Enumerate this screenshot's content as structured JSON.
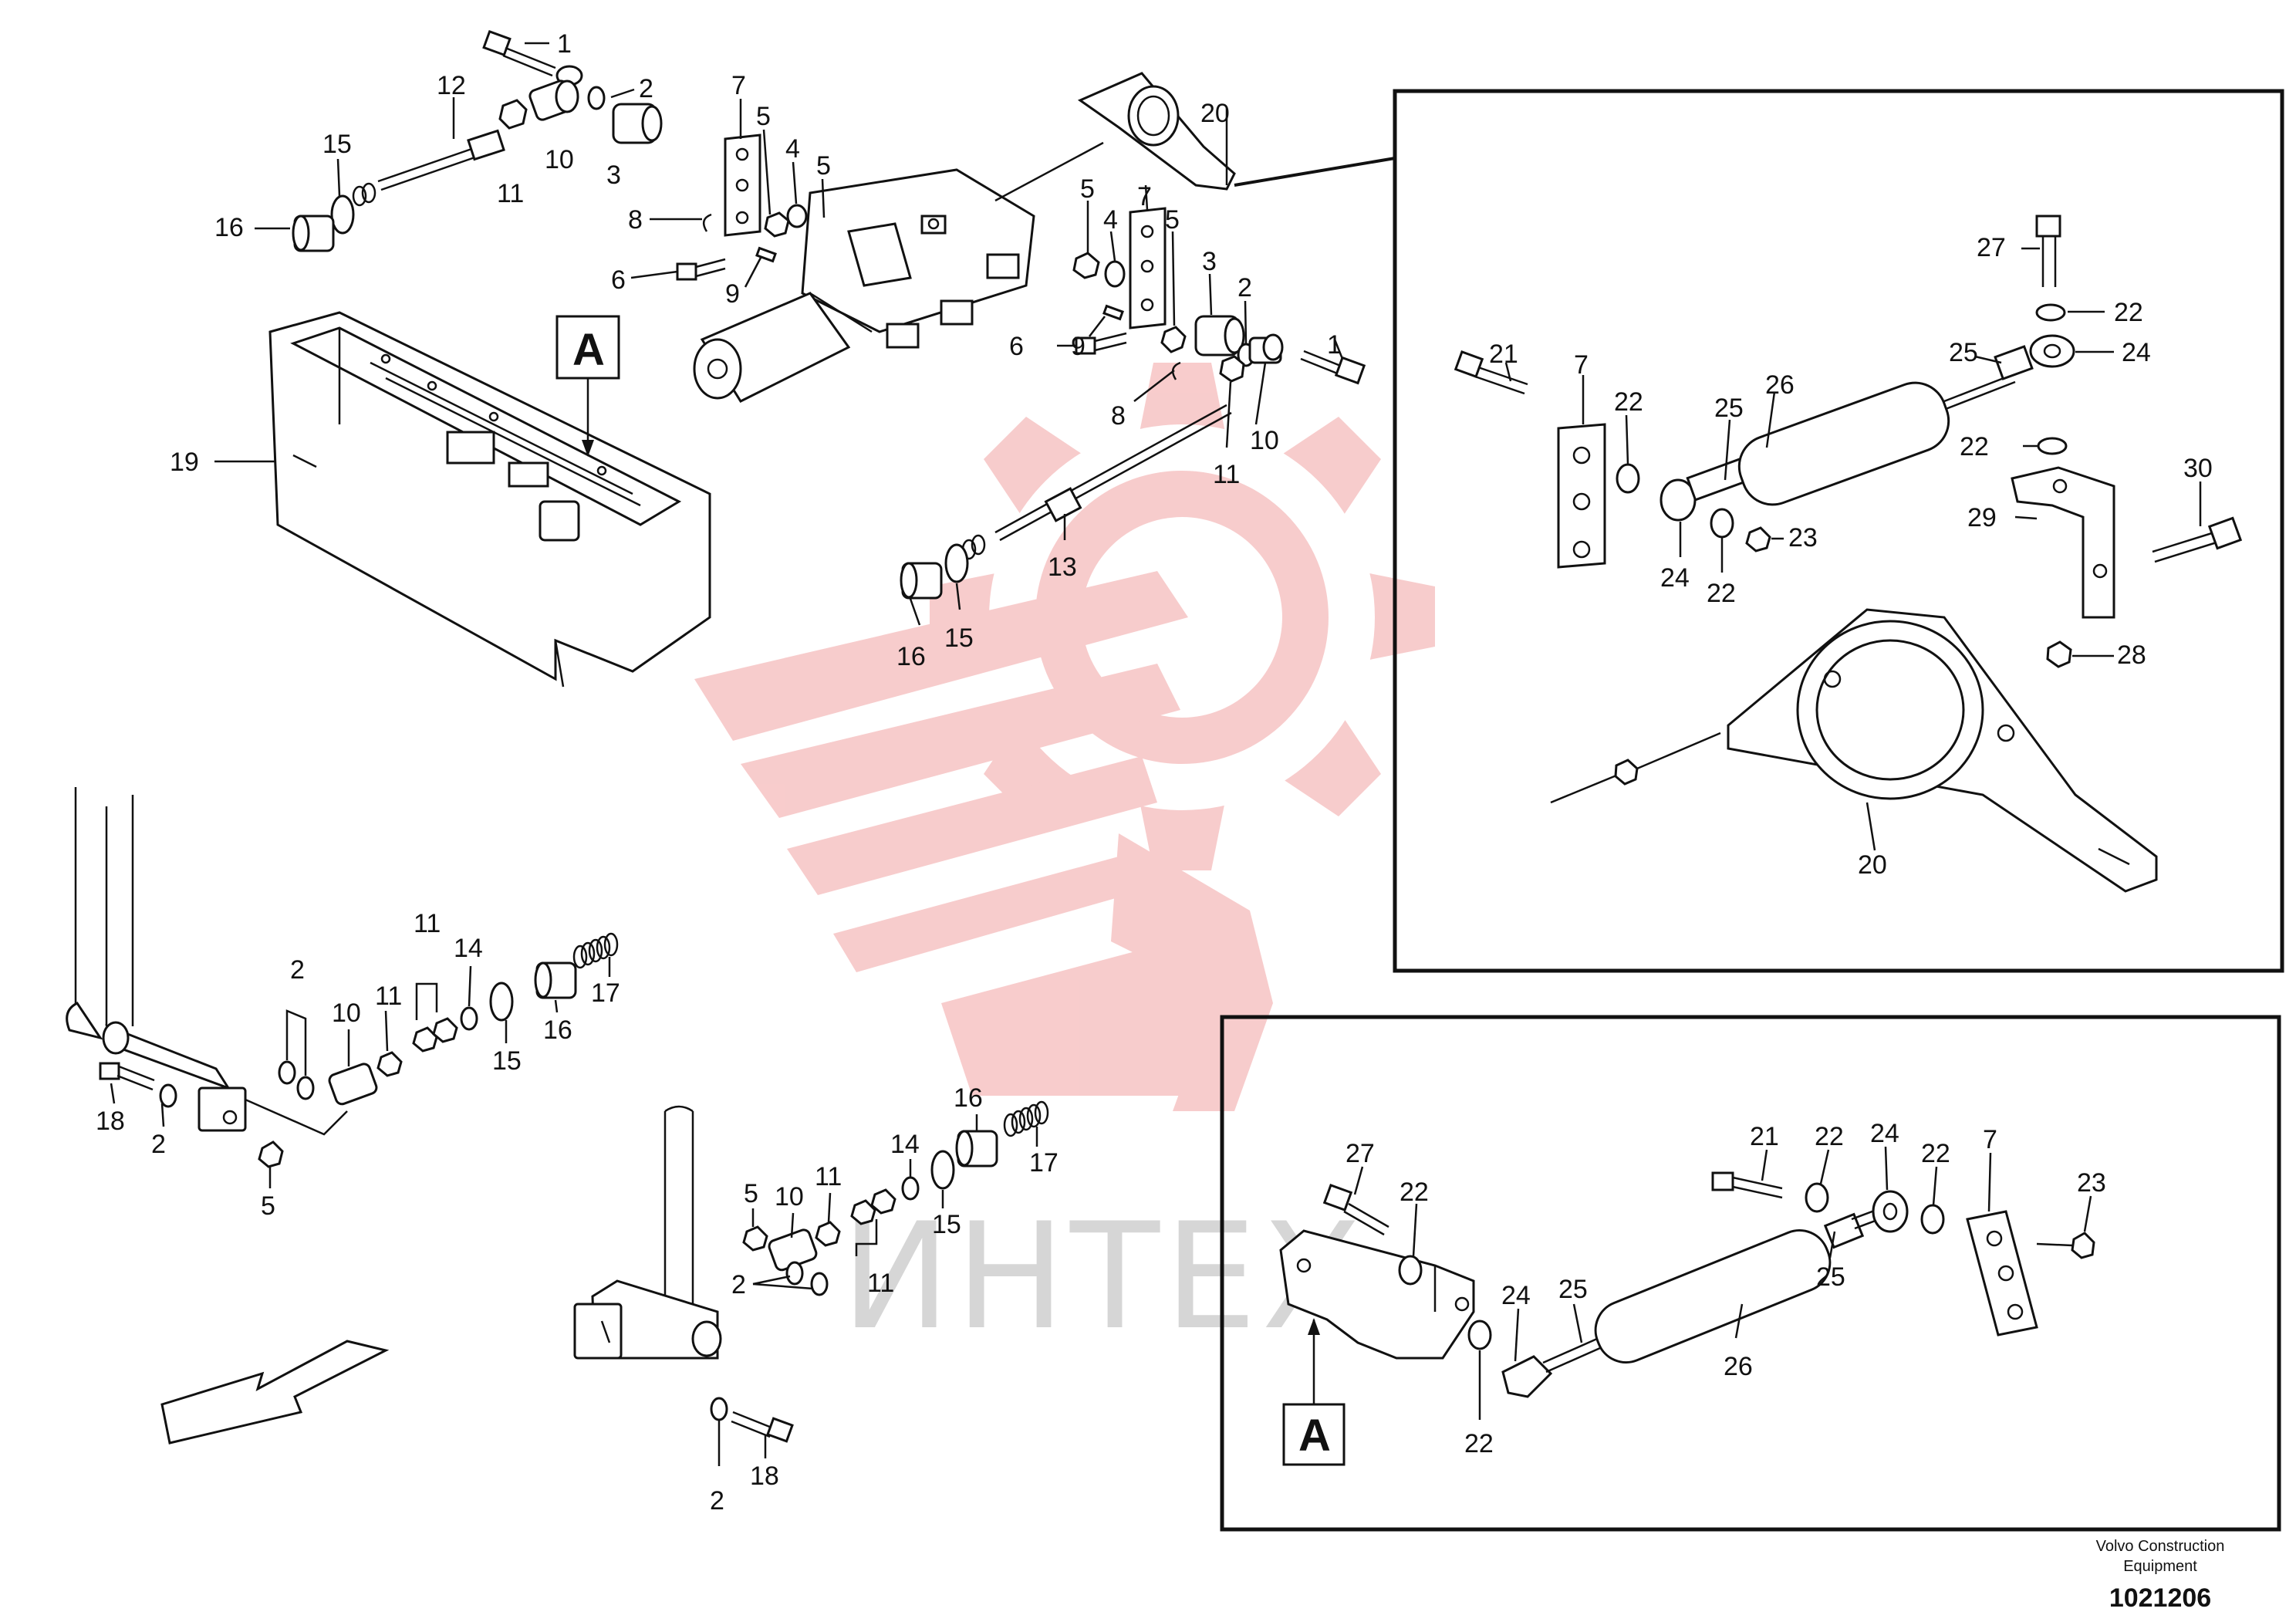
{
  "callouts": {
    "main": [
      {
        "id": "c1",
        "text": "1"
      },
      {
        "id": "c2",
        "text": "2"
      },
      {
        "id": "c3",
        "text": "3"
      },
      {
        "id": "c12",
        "text": "12"
      },
      {
        "id": "c10",
        "text": "10"
      },
      {
        "id": "c11",
        "text": "11"
      },
      {
        "id": "c15",
        "text": "15"
      },
      {
        "id": "c16",
        "text": "16"
      },
      {
        "id": "c7",
        "text": "7"
      },
      {
        "id": "c5",
        "text": "5"
      },
      {
        "id": "c4",
        "text": "4"
      },
      {
        "id": "c5b",
        "text": "5"
      },
      {
        "id": "c8",
        "text": "8"
      },
      {
        "id": "c6",
        "text": "6"
      },
      {
        "id": "c9",
        "text": "9"
      },
      {
        "id": "c20",
        "text": "20"
      },
      {
        "id": "c5c",
        "text": "5"
      },
      {
        "id": "c4b",
        "text": "4"
      },
      {
        "id": "c7b",
        "text": "7"
      },
      {
        "id": "c5d",
        "text": "5"
      },
      {
        "id": "c3b",
        "text": "3"
      },
      {
        "id": "c2b",
        "text": "2"
      },
      {
        "id": "c1b",
        "text": "1"
      },
      {
        "id": "c9b",
        "text": "9"
      },
      {
        "id": "c6b",
        "text": "6"
      },
      {
        "id": "c8b",
        "text": "8"
      },
      {
        "id": "c10b",
        "text": "10"
      },
      {
        "id": "c11b",
        "text": "11"
      },
      {
        "id": "c13",
        "text": "13"
      },
      {
        "id": "c16b",
        "text": "16"
      },
      {
        "id": "c15b",
        "text": "15"
      },
      {
        "id": "c19",
        "text": "19"
      }
    ],
    "lower_left": [
      {
        "id": "l2",
        "text": "2"
      },
      {
        "id": "l10",
        "text": "10"
      },
      {
        "id": "l11",
        "text": "11"
      },
      {
        "id": "l11b",
        "text": "11"
      },
      {
        "id": "l14",
        "text": "14"
      },
      {
        "id": "l15",
        "text": "15"
      },
      {
        "id": "l16",
        "text": "16"
      },
      {
        "id": "l17",
        "text": "17"
      },
      {
        "id": "l18",
        "text": "18"
      },
      {
        "id": "l2b",
        "text": "2"
      },
      {
        "id": "l5",
        "text": "5"
      }
    ],
    "lower_mid": [
      {
        "id": "m16",
        "text": "16"
      },
      {
        "id": "m17",
        "text": "17"
      },
      {
        "id": "m14",
        "text": "14"
      },
      {
        "id": "m15",
        "text": "15"
      },
      {
        "id": "m5",
        "text": "5"
      },
      {
        "id": "m10",
        "text": "10"
      },
      {
        "id": "m11",
        "text": "11"
      },
      {
        "id": "m11b",
        "text": "11"
      },
      {
        "id": "m2",
        "text": "2"
      },
      {
        "id": "m18",
        "text": "18"
      },
      {
        "id": "m2b",
        "text": "2"
      }
    ],
    "detail_top": [
      {
        "id": "d27",
        "text": "27"
      },
      {
        "id": "d22",
        "text": "22"
      },
      {
        "id": "d21",
        "text": "21"
      },
      {
        "id": "d7",
        "text": "7"
      },
      {
        "id": "d22b",
        "text": "22"
      },
      {
        "id": "d25",
        "text": "25"
      },
      {
        "id": "d26",
        "text": "26"
      },
      {
        "id": "d25b",
        "text": "25"
      },
      {
        "id": "d24",
        "text": "24"
      },
      {
        "id": "d22c",
        "text": "22"
      },
      {
        "id": "d30",
        "text": "30"
      },
      {
        "id": "d29",
        "text": "29"
      },
      {
        "id": "d24b",
        "text": "24"
      },
      {
        "id": "d22d",
        "text": "22"
      },
      {
        "id": "d23",
        "text": "23"
      },
      {
        "id": "d28",
        "text": "28"
      },
      {
        "id": "d20",
        "text": "20"
      }
    ],
    "detail_a": [
      {
        "id": "a27",
        "text": "27"
      },
      {
        "id": "a22",
        "text": "22"
      },
      {
        "id": "a21",
        "text": "21"
      },
      {
        "id": "a22b",
        "text": "22"
      },
      {
        "id": "a24",
        "text": "24"
      },
      {
        "id": "a22c",
        "text": "22"
      },
      {
        "id": "a7",
        "text": "7"
      },
      {
        "id": "a23",
        "text": "23"
      },
      {
        "id": "a24b",
        "text": "24"
      },
      {
        "id": "a25",
        "text": "25"
      },
      {
        "id": "a25b",
        "text": "25"
      },
      {
        "id": "a26",
        "text": "26"
      },
      {
        "id": "a22d",
        "text": "22"
      }
    ]
  },
  "view_marker": "A",
  "watermark_text": "ИНТЕХ",
  "footer": {
    "line1": "Volvo Construction",
    "line2": "Equipment",
    "figure_number": "1021206"
  },
  "colors": {
    "line": "#111111",
    "watermark_red": "#f2a3a3",
    "watermark_gray": "#d6d6d6",
    "background": "#ffffff"
  }
}
